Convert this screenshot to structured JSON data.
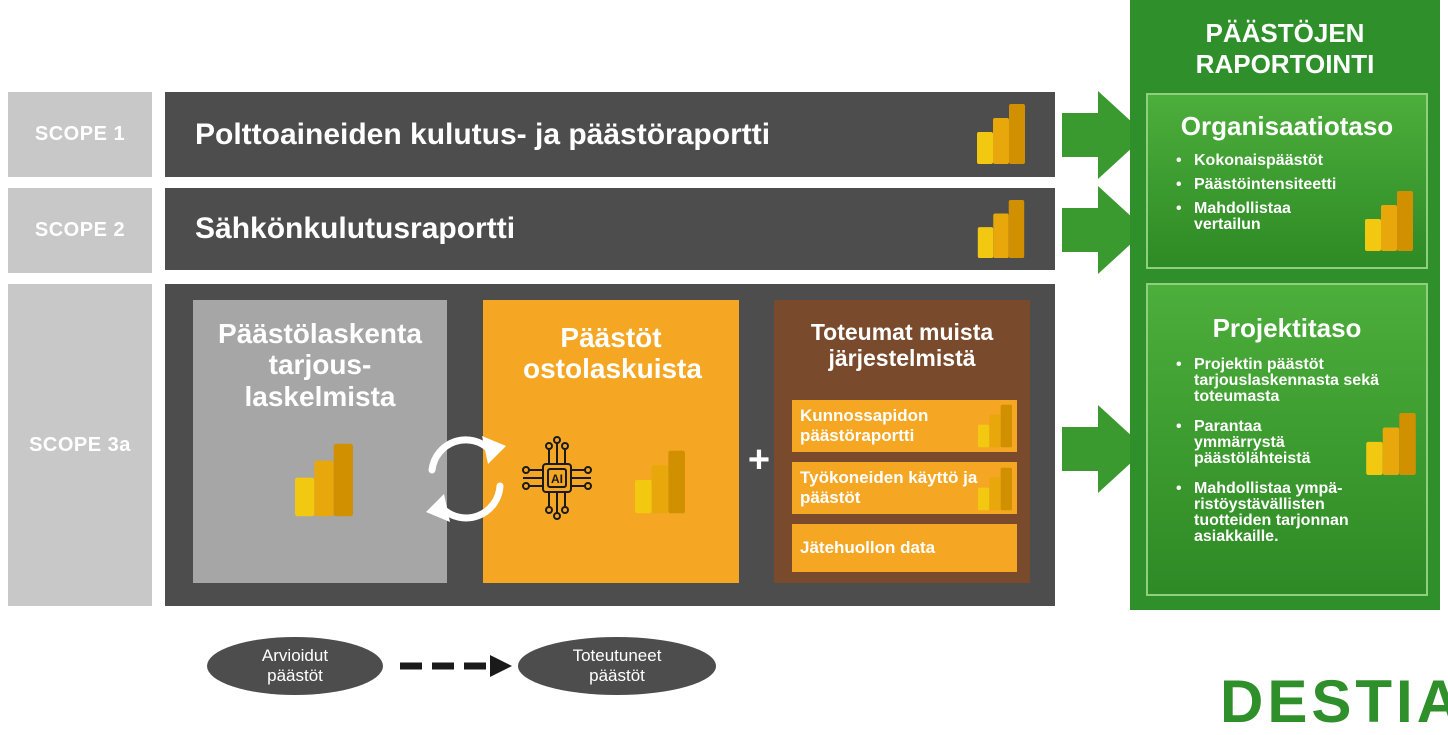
{
  "scopes": {
    "scope1": {
      "label": "SCOPE 1",
      "title": "Polttoaineiden kulutus- ja päästöraportti",
      "icon": "power-bi-icon"
    },
    "scope2": {
      "label": "SCOPE 2",
      "title": "Sähkönkulutusraportti",
      "icon": "power-bi-icon"
    },
    "scope3a": {
      "label": "SCOPE 3a",
      "estimate": {
        "title": "Päästölaskenta tarjous-laskelmista",
        "icon": "power-bi-icon"
      },
      "purchases": {
        "title": "Päästöt ostolaskuista",
        "icons": [
          "ai-chip-icon",
          "power-bi-icon"
        ]
      },
      "cycle_icon": "refresh-cycle-icon",
      "plus": "+",
      "other": {
        "title": "Toteumat muista järjestelmistä",
        "items": [
          "Kunnossapidon päästöraportti",
          "Työkoneiden käyttö ja päästöt",
          "Jätehuollon data"
        ]
      }
    }
  },
  "reporting": {
    "header": "PÄÄSTÖJEN RAPORTOINTI",
    "organisation": {
      "title": "Organisaatiotaso",
      "items": [
        "Kokonaispäästöt",
        "Päästöintensiteetti",
        "Mahdollistaa vertailun"
      ]
    },
    "project": {
      "title": "Projektitaso",
      "items": [
        "Projektin päästöt tarjouslaskennasta sekä toteumasta",
        "Parantaa ymmärrystä päästölähteistä",
        "Mahdollistaa ympä-ristöystävällisten tuotteiden tarjonnan asiakkaille."
      ]
    }
  },
  "legend": {
    "estimated": "Arvioidut päästöt",
    "actual": "Toteutuneet päästöt"
  },
  "logo": "DESTIA",
  "colors": {
    "dark": "#4d4d4d",
    "light_gray": "#c8c8c8",
    "orange": "#f5a623",
    "brown": "#7a4a2c",
    "green": "#2f8f2a",
    "estimate_gray": "#a6a6a6"
  }
}
